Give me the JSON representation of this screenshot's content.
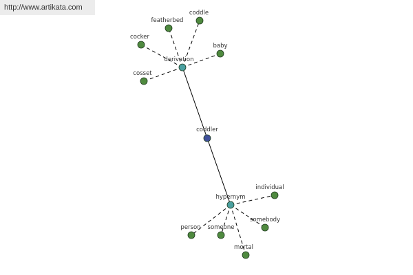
{
  "header": {
    "url": "http://www.artikata.com"
  },
  "colors": {
    "leaf_node": "#4f8a3f",
    "relation_node": "#4aa0a0",
    "center_node": "#3f4f9a",
    "edge": "#000000"
  },
  "graph": {
    "center": {
      "id": "coddler",
      "label": "coddler"
    },
    "relations": [
      {
        "id": "derivation",
        "label": "derivation"
      },
      {
        "id": "hypernym",
        "label": "hypernym"
      }
    ],
    "leaves": [
      {
        "id": "featherbed",
        "label": "featherbed",
        "relation": "derivation"
      },
      {
        "id": "coddle",
        "label": "coddle",
        "relation": "derivation"
      },
      {
        "id": "cocker",
        "label": "cocker",
        "relation": "derivation"
      },
      {
        "id": "baby",
        "label": "baby",
        "relation": "derivation"
      },
      {
        "id": "cosset",
        "label": "cosset",
        "relation": "derivation"
      },
      {
        "id": "individual",
        "label": "individual",
        "relation": "hypernym"
      },
      {
        "id": "person",
        "label": "person",
        "relation": "hypernym"
      },
      {
        "id": "someone",
        "label": "someone",
        "relation": "hypernym"
      },
      {
        "id": "somebody",
        "label": "somebody",
        "relation": "hypernym"
      },
      {
        "id": "mortal",
        "label": "mortal",
        "relation": "hypernym"
      }
    ]
  }
}
